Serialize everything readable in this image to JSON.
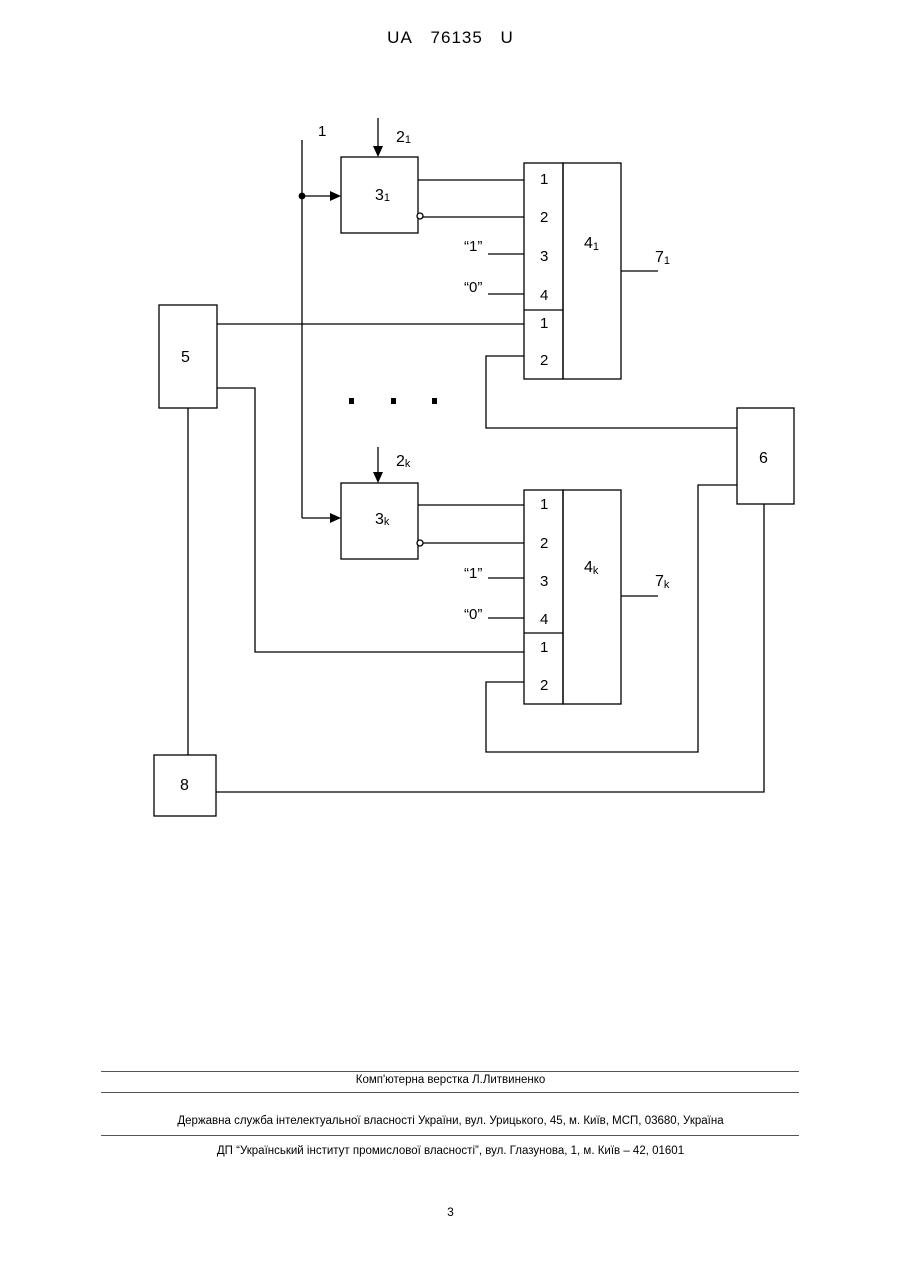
{
  "header": {
    "country": "UA",
    "number": "76135",
    "kind": "U"
  },
  "diagram": {
    "input_line_label": "1",
    "block_3_first": {
      "main": "3",
      "sub": "1"
    },
    "block_3_last": {
      "main": "3",
      "sub": "k"
    },
    "input_2_first": {
      "main": "2",
      "sub": "1"
    },
    "input_2_last": {
      "main": "2",
      "sub": "k"
    },
    "block_4_first": {
      "main": "4",
      "sub": "1"
    },
    "block_4_last": {
      "main": "4",
      "sub": "k"
    },
    "output_7_first": {
      "main": "7",
      "sub": "1"
    },
    "output_7_last": {
      "main": "7",
      "sub": "k"
    },
    "block_5": "5",
    "block_6": "6",
    "block_8": "8",
    "const_one": "“1”",
    "const_zero": "“0”",
    "port_1": "1",
    "port_2": "2",
    "port_3": "3",
    "port_4": "4"
  },
  "footer": {
    "layout_credit": "Комп'ютерна верстка Л.Литвиненко",
    "office": "Державна служба інтелектуальної власності України, вул. Урицького, 45, м. Київ, МСП, 03680, Україна",
    "institute": "ДП “Український інститут промислової власності”, вул. Глазунова, 1, м. Київ – 42, 01601"
  },
  "page_number": "3"
}
